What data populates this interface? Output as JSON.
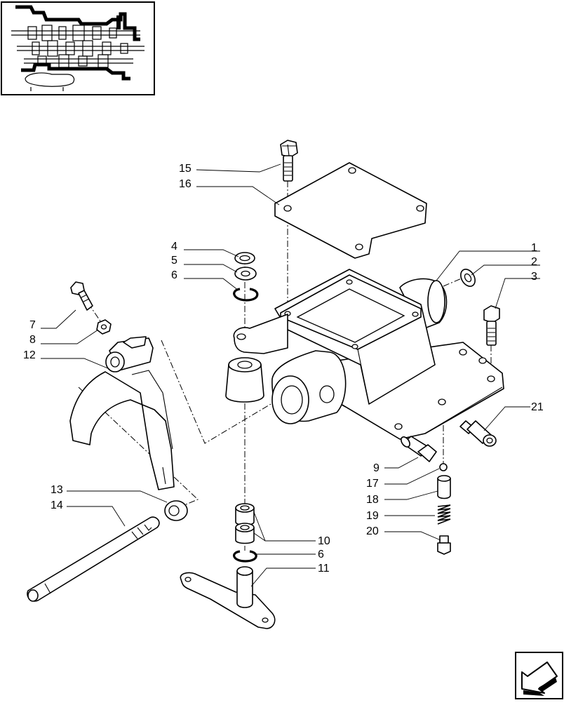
{
  "diagram": {
    "callouts": [
      "1",
      "2",
      "3",
      "4",
      "5",
      "6",
      "7",
      "8",
      "12",
      "13",
      "14",
      "15",
      "16",
      "9",
      "17",
      "18",
      "19",
      "20",
      "21",
      "10",
      "6",
      "11"
    ]
  },
  "icons": {
    "thumbnail": "transmission-section-thumbnail",
    "nav": "next-page-arrow-icon"
  }
}
